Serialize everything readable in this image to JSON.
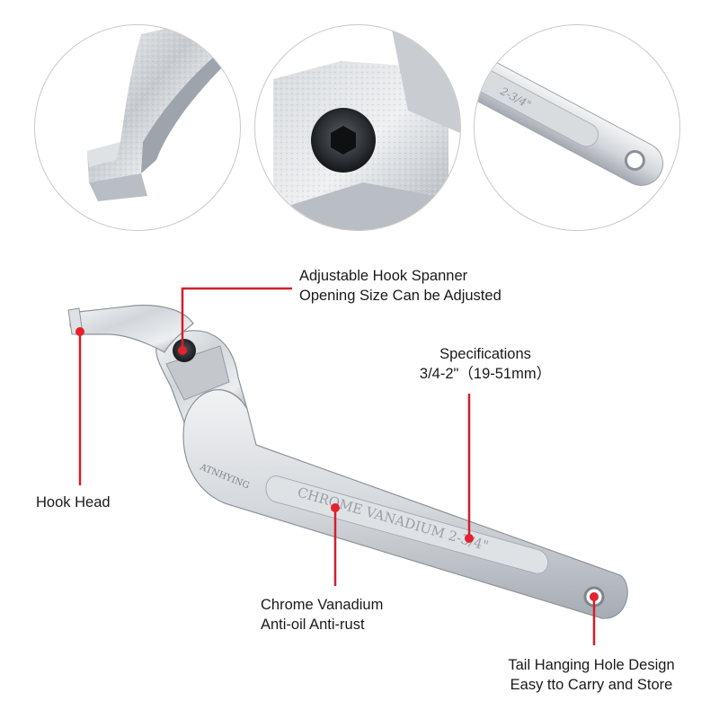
{
  "annotations": {
    "adjustable": {
      "line1": "Adjustable Hook Spanner",
      "line2": "Opening Size Can be Adjusted"
    },
    "specifications": {
      "line1": "Specifications",
      "line2": "3/4-2\"（19-51mm）"
    },
    "hook_head": {
      "line1": "Hook Head"
    },
    "chrome": {
      "line1": "Chrome Vanadium",
      "line2": "Anti-oil Anti-rust"
    },
    "tail": {
      "line1": "Tail Hanging Hole Design",
      "line2": "Easy tto Carry and Store"
    }
  },
  "engravings": {
    "brand": "ATNHYING",
    "handle": "CHROME VANADIUM  2-3/4\"",
    "zoom_handle": "2-3/4\""
  },
  "colors": {
    "callout_line": "#d21f2a",
    "callout_dot": "#e4212d",
    "metal_light": "#eef0f2",
    "metal_mid": "#c9cdd2",
    "metal_dark": "#8a9098",
    "circle_border": "#c8c8c8"
  }
}
